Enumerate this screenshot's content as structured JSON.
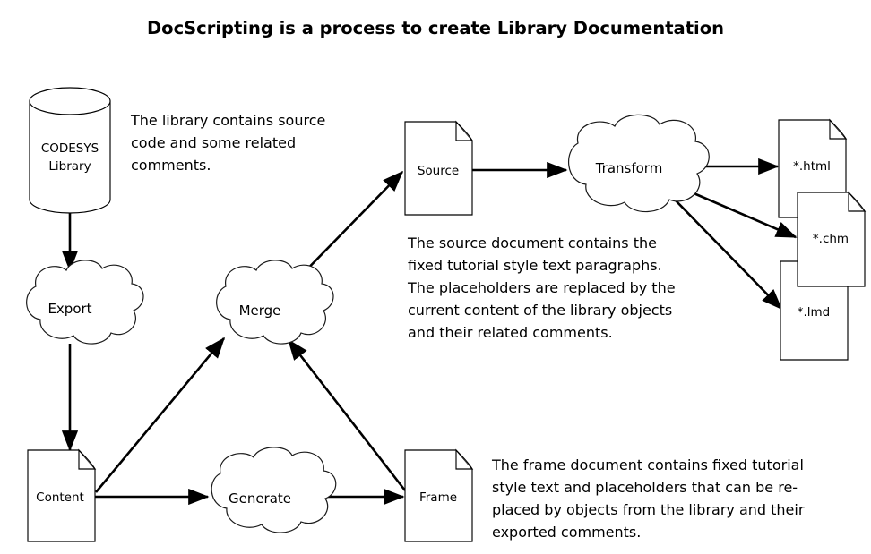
{
  "title": "DocScripting is a process to create Library Documentation",
  "nodes": {
    "library": {
      "line1": "CODESYS",
      "line2": "Library"
    },
    "export": {
      "label": "Export"
    },
    "content": {
      "label": "Content"
    },
    "merge": {
      "label": "Merge"
    },
    "generate": {
      "label": "Generate"
    },
    "frame": {
      "label": "Frame"
    },
    "source": {
      "label": "Source"
    },
    "transform": {
      "label": "Transform"
    },
    "out_html": {
      "label": "*.html"
    },
    "out_chm": {
      "label": "*.chm"
    },
    "out_lmd": {
      "label": "*.lmd"
    }
  },
  "annotations": {
    "library_note": {
      "lines": [
        "The library contains source",
        "code and some related",
        "comments."
      ]
    },
    "source_note": {
      "lines": [
        "The source document contains the",
        "fixed tutorial style text paragraphs.",
        "The placeholders are replaced by the",
        "current content of the library objects",
        "and their related comments."
      ]
    },
    "frame_note": {
      "lines": [
        "The frame document contains fixed tutorial",
        "style text and placeholders that can be re-",
        "placed by objects from the library and their",
        "exported comments."
      ]
    }
  },
  "colors": {
    "background": "#ffffff",
    "stroke": "#000000",
    "text": "#000000"
  }
}
